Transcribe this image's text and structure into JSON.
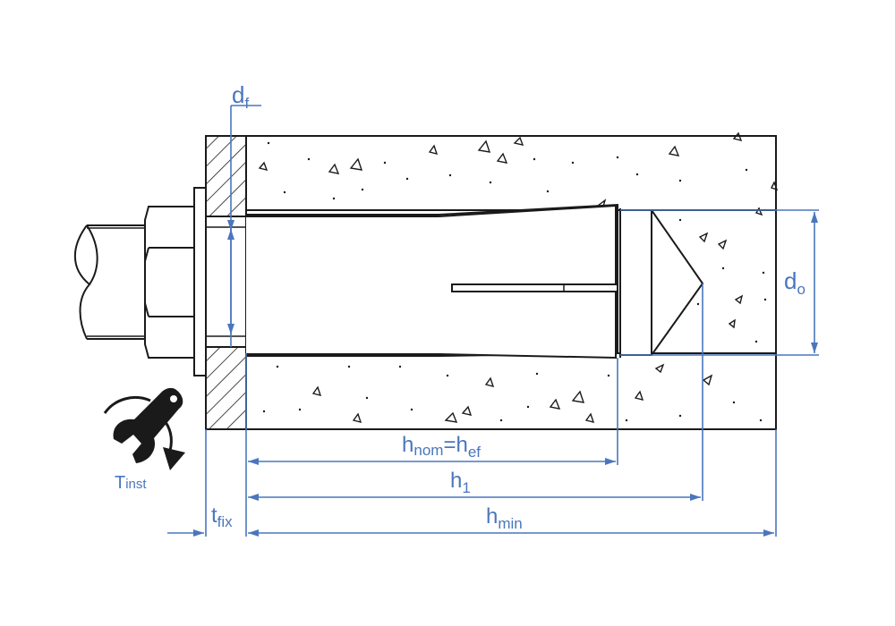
{
  "diagram": {
    "title": "Anchor installation dimensions",
    "colors": {
      "dimension": "#4a76bd",
      "outline": "#1a1a1a",
      "background": "#ffffff"
    },
    "labels": {
      "df": {
        "main": "d",
        "sub": "f"
      },
      "do": {
        "main": "d",
        "sub": "o"
      },
      "tinst": {
        "main": "T",
        "sub": "inst"
      },
      "tfix": {
        "main": "t",
        "sub": "fix"
      },
      "hnom": {
        "main": "h",
        "sub": "nom",
        "eq": "=h",
        "sub2": "ef"
      },
      "h1": {
        "main": "h",
        "sub": "1"
      },
      "hmin": {
        "main": "h",
        "sub": "min"
      }
    },
    "icons": [
      "torque-wrench-icon"
    ]
  }
}
